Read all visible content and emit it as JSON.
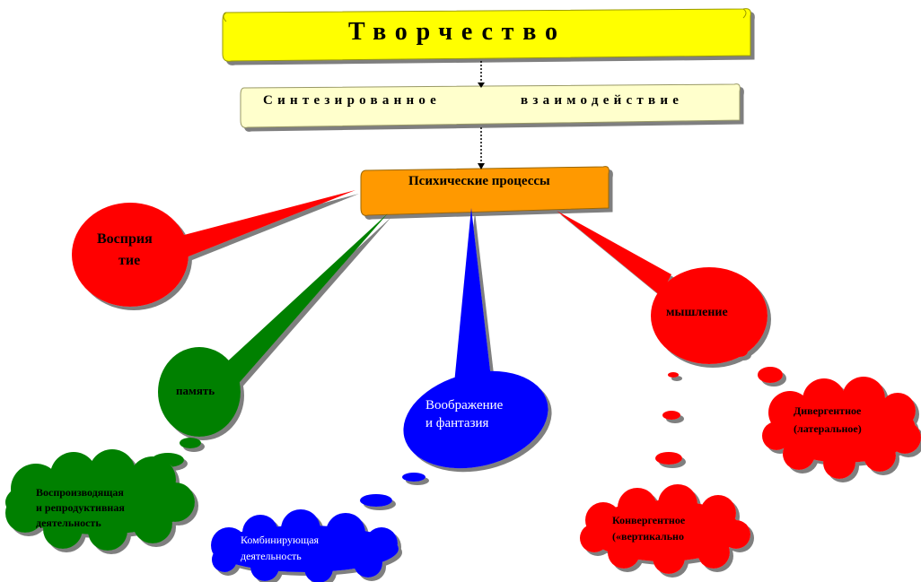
{
  "title": "Творчество",
  "subtitle": {
    "left": "Синтезированное",
    "right": "взаимодействие"
  },
  "center": "Психические процессы",
  "nodes": {
    "perception": {
      "line1": "Восприя",
      "line2": "тие"
    },
    "memory": "память",
    "imagination": {
      "line1": "Воображение",
      "line2": "и фантазия"
    },
    "thinking": "мышление"
  },
  "clouds": {
    "reproductive": {
      "line1": "Воспроизводящая",
      "line2": "и репродуктивная",
      "line3": "деятельность"
    },
    "combining": {
      "line1": "Комбинирующая",
      "line2": "деятельность"
    },
    "divergent": {
      "line1": "Дивергентное",
      "line2": "(латеральное)"
    },
    "convergent": {
      "line1": "Конвергентное",
      "line2": "(«вертикально"
    }
  },
  "colors": {
    "title_scroll": "#ffff00",
    "subtitle_scroll": "#ffffcc",
    "center_scroll": "#ff9900",
    "red": "#ff0000",
    "green": "#008000",
    "blue": "#0000ff"
  }
}
